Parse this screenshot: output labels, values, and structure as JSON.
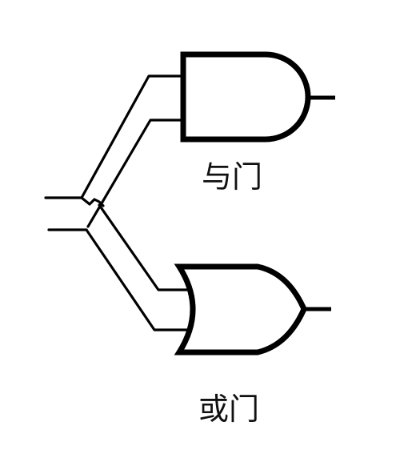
{
  "diagram": {
    "gates": [
      {
        "id": "and",
        "type": "AND",
        "label": "与门"
      },
      {
        "id": "or",
        "type": "OR",
        "label": "或门"
      }
    ],
    "inputs": 2,
    "colors": {
      "stroke": "#000000",
      "background": "#ffffff"
    }
  }
}
